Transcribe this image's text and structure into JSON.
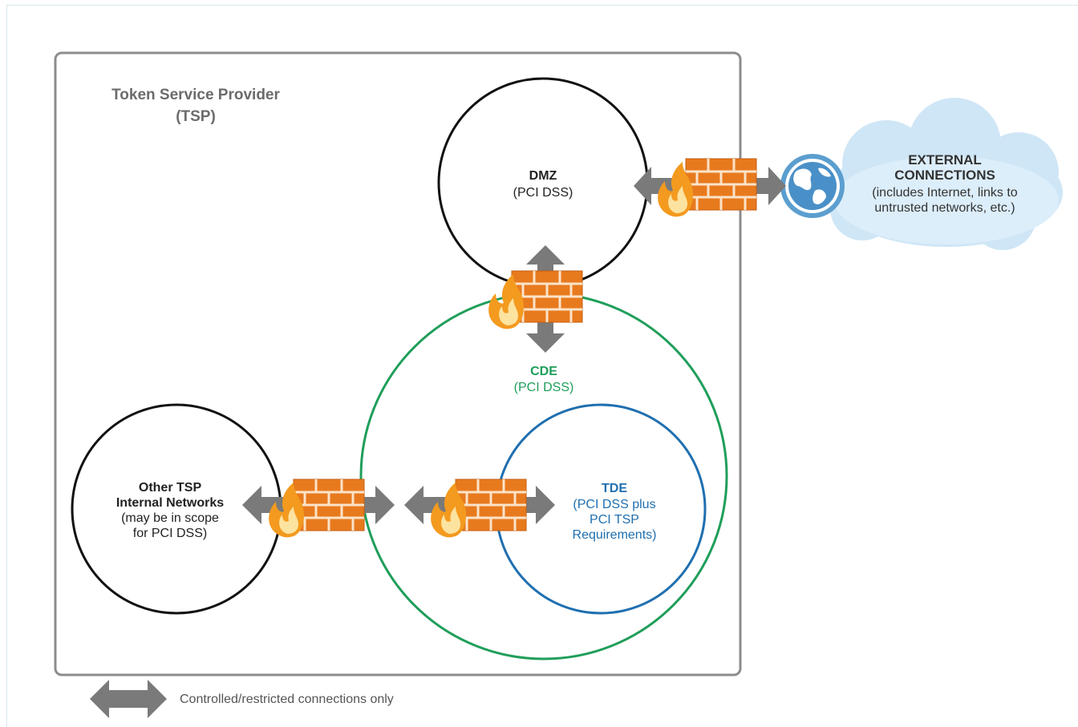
{
  "tsp": {
    "title_line1": "Token Service Provider",
    "title_line2": "(TSP)"
  },
  "dmz": {
    "name": "DMZ",
    "scope": "(PCI DSS)"
  },
  "cde": {
    "name": "CDE",
    "scope": "(PCI DSS)"
  },
  "tde": {
    "name": "TDE",
    "line1": "(PCI DSS plus",
    "line2": "PCI TSP",
    "line3": "Requirements)"
  },
  "other": {
    "line1": "Other TSP",
    "line2": "Internal Networks",
    "line3": "(may be in scope",
    "line4": "for PCI DSS)"
  },
  "external": {
    "line1": "EXTERNAL",
    "line2": "CONNECTIONS",
    "line3": "(includes Internet, links to",
    "line4": "untrusted networks, etc.)"
  },
  "legend": {
    "label": "Controlled/restricted connections only"
  },
  "colors": {
    "cde": "#1f9e5a",
    "tde": "#1f6fb0",
    "firewall": "#e87a1e",
    "arrow": "#7a7a7a",
    "border": "#8c8c8c",
    "cloud": "#cfe6f6"
  },
  "icons": [
    "firewall-icon",
    "globe-icon",
    "cloud-icon",
    "double-arrow-icon"
  ]
}
